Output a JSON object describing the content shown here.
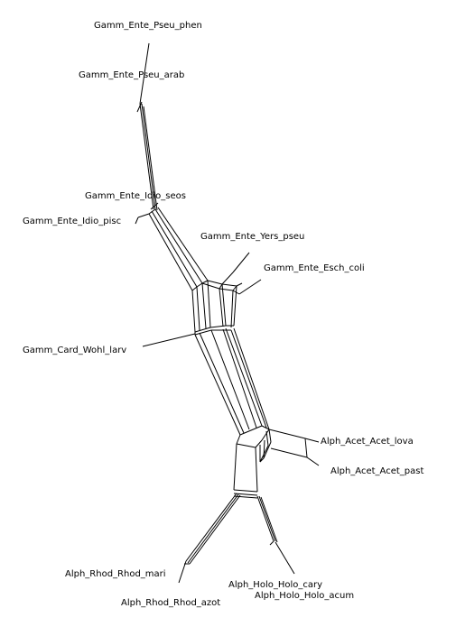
{
  "network": {
    "taxa": [
      {
        "id": "pseu_phen",
        "label": "Gamm_Ente_Pseu_phen"
      },
      {
        "id": "pseu_arab",
        "label": "Gamm_Ente_Pseu_arab"
      },
      {
        "id": "idio_seos",
        "label": "Gamm_Ente_Idio_seos"
      },
      {
        "id": "idio_pisc",
        "label": "Gamm_Ente_Idio_pisc"
      },
      {
        "id": "yers_pseu",
        "label": "Gamm_Ente_Yers_pseu"
      },
      {
        "id": "esch_coli",
        "label": "Gamm_Ente_Esch_coli"
      },
      {
        "id": "wohl_larv",
        "label": "Gamm_Card_Wohl_larv"
      },
      {
        "id": "acet_lova",
        "label": "Alph_Acet_Acet_lova"
      },
      {
        "id": "acet_past",
        "label": "Alph_Acet_Acet_past"
      },
      {
        "id": "rhod_mari",
        "label": "Alph_Rhod_Rhod_mari"
      },
      {
        "id": "holo_cary",
        "label": "Alph_Holo_Holo_cary"
      },
      {
        "id": "rhod_azot",
        "label": "Alph_Rhod_Rhod_azot"
      },
      {
        "id": "holo_acum",
        "label": "Alph_Holo_Holo_acum"
      }
    ],
    "line_color": "#000000"
  }
}
